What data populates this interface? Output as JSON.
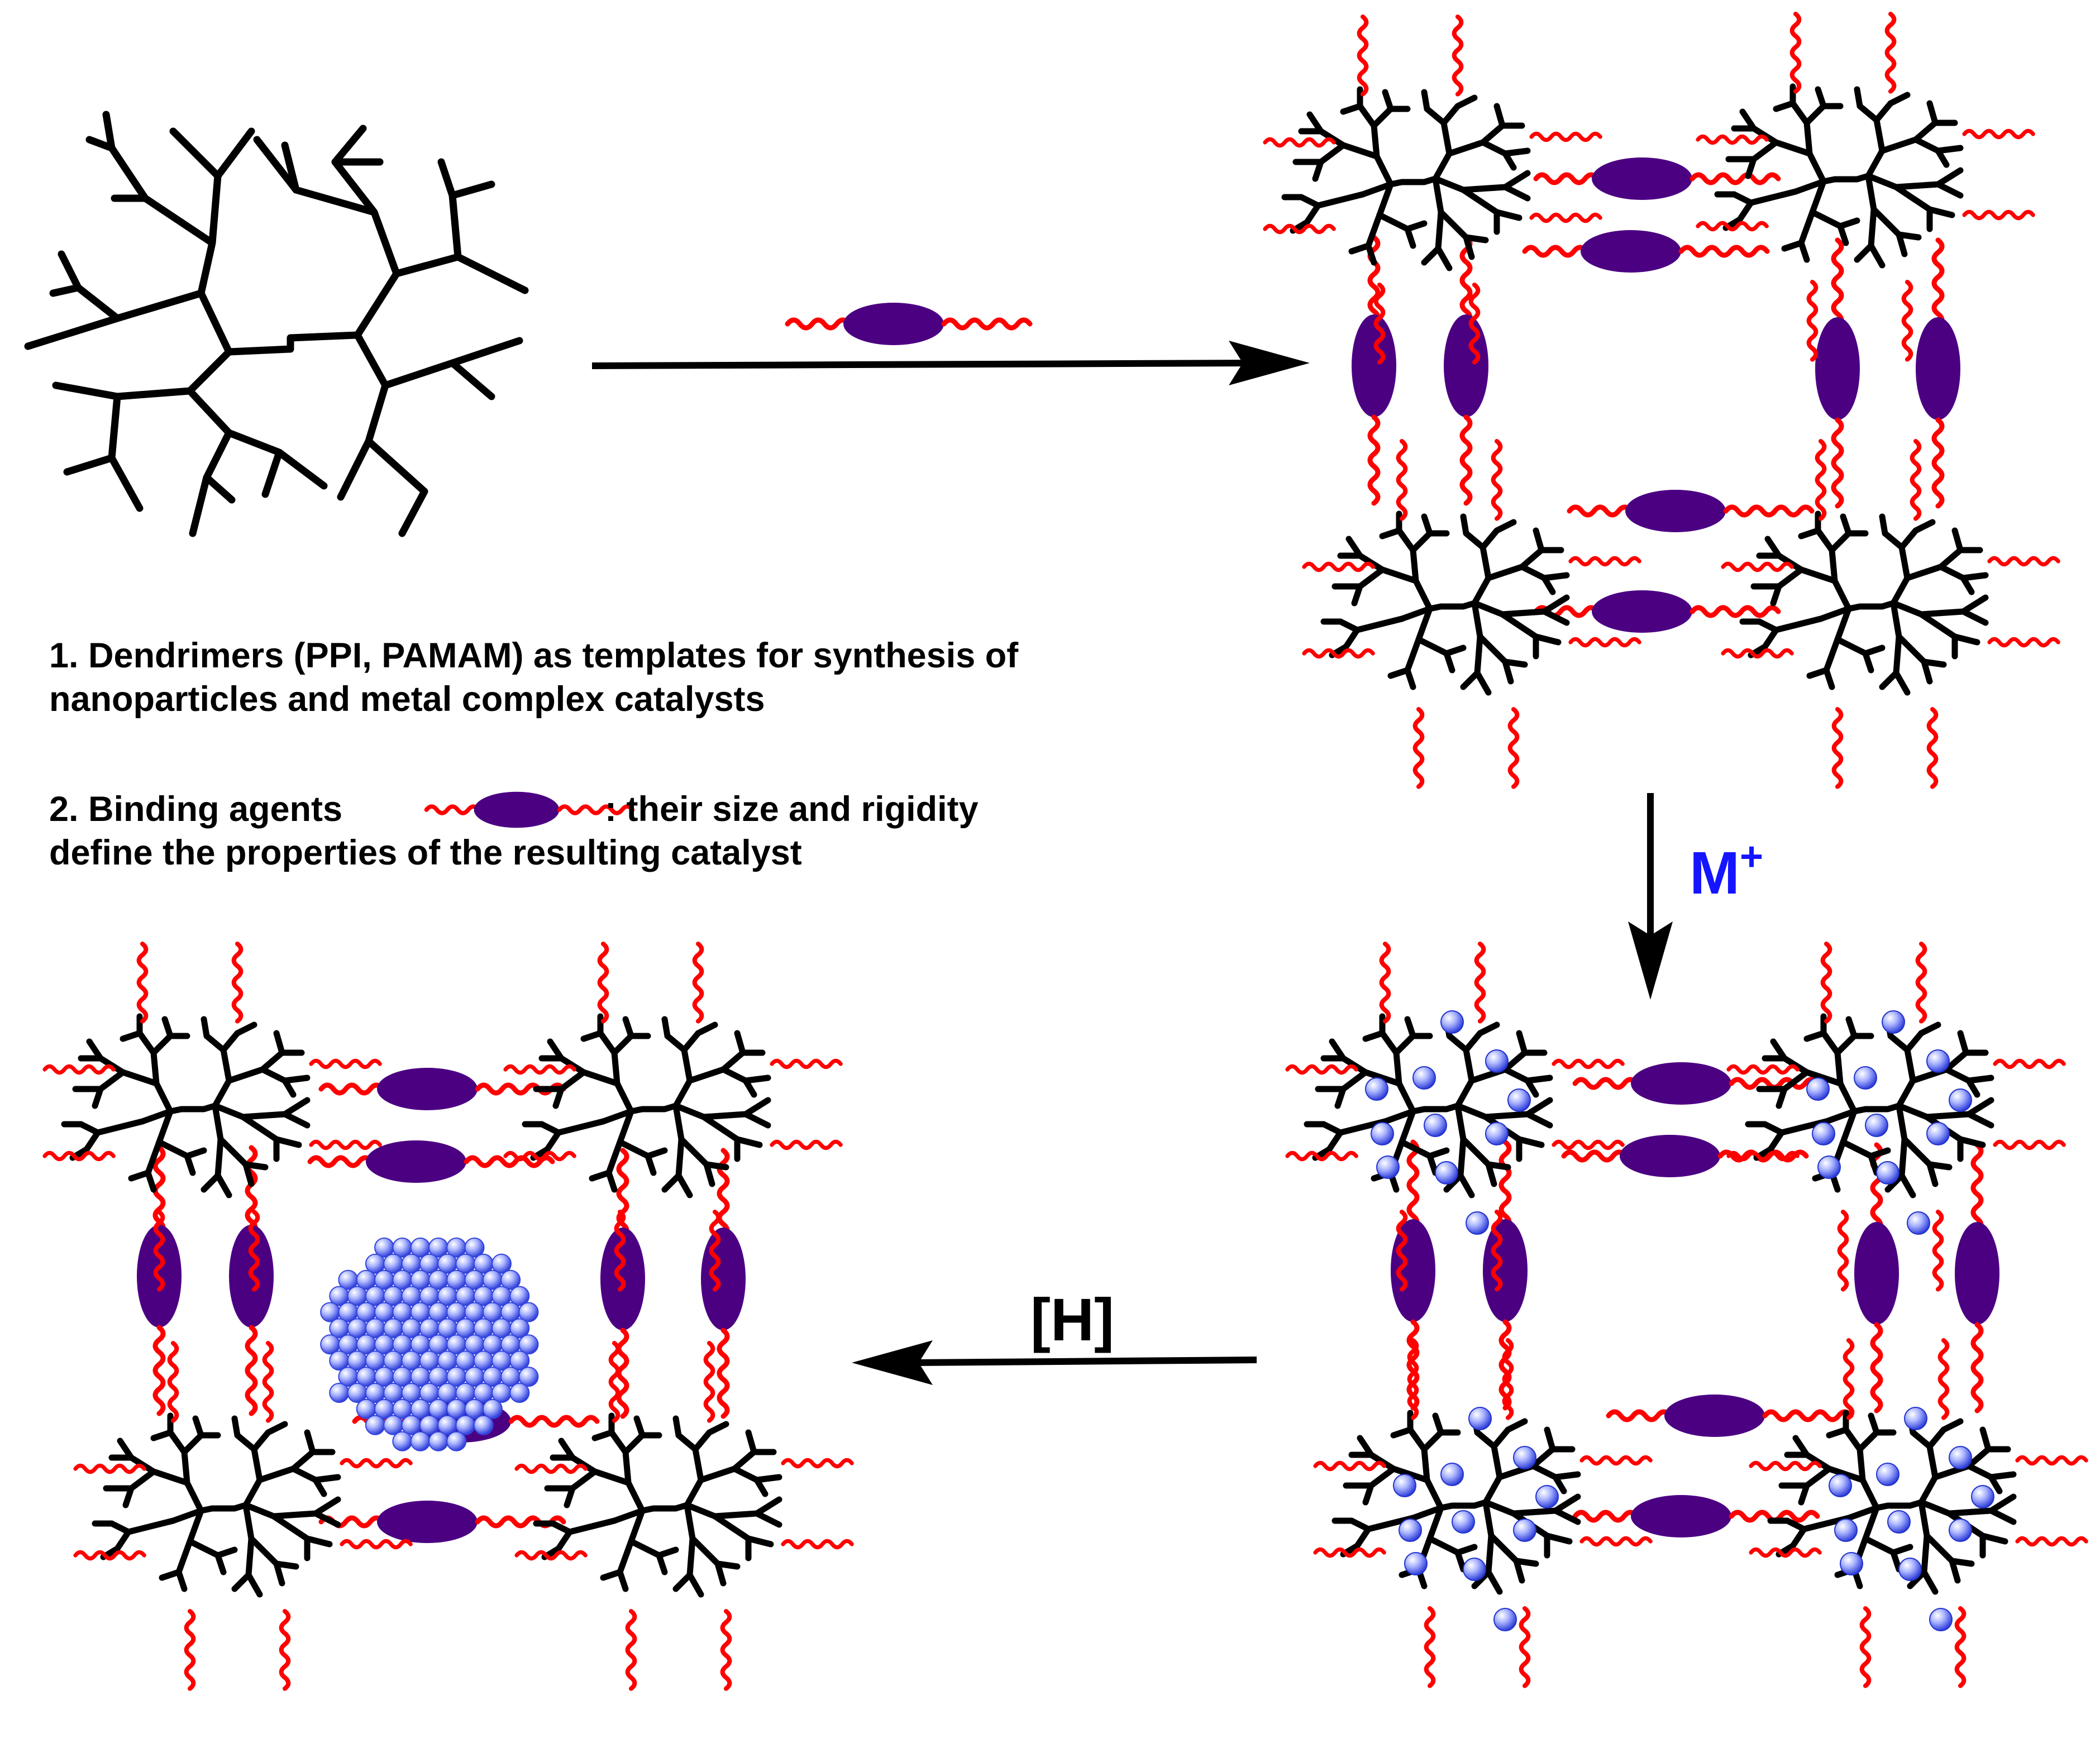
{
  "notes": {
    "note1_line1": "1. Dendrimers (PPI, PAMAM) as templates for synthesis of",
    "note1_line2": "nanoparticles and metal complex catalysts",
    "note2_prefix": "2. Binding agents",
    "note2_suffix": ": their size and rigidity",
    "note2_line2": "define the properties of the resulting catalyst"
  },
  "reagents": {
    "metal_ion_symbol": "M",
    "metal_ion_charge": "+",
    "reduction": "[H]"
  },
  "colors": {
    "dendrimer": "#000000",
    "linker_tail": "#ff0000",
    "linker_core": "#4b0082",
    "metal_ion": "#5a6cff",
    "nanoparticle": "#4a5cff",
    "metal_label": "#1414ff"
  }
}
